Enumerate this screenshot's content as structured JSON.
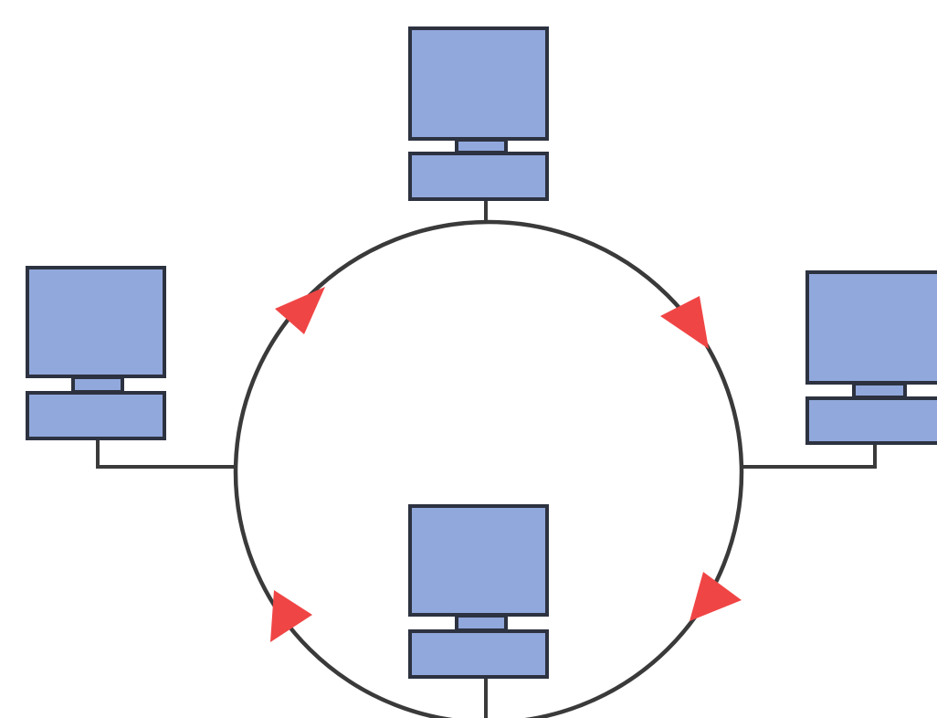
{
  "diagram": {
    "type": "ring-topology",
    "nodes": [
      {
        "id": "computer-top",
        "icon": "computer-icon"
      },
      {
        "id": "computer-left",
        "icon": "computer-icon"
      },
      {
        "id": "computer-right",
        "icon": "computer-icon"
      },
      {
        "id": "computer-bottom",
        "icon": "computer-icon"
      }
    ],
    "direction": "clockwise",
    "colors": {
      "computer_fill": "#91a8dc",
      "computer_stroke": "#2d3240",
      "ring_stroke": "#3a3a3a",
      "arrow": "#f04545",
      "background": "#ffffff"
    }
  }
}
